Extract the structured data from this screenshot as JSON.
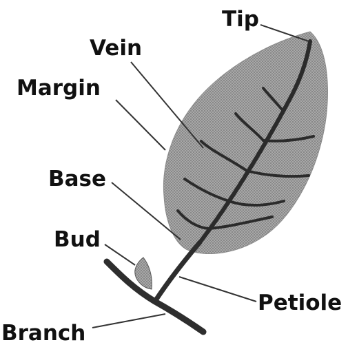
{
  "labels": {
    "tip": "Tip",
    "vein": "Vein",
    "margin": "Margin",
    "base": "Base",
    "bud": "Bud",
    "petiole": "Petiole",
    "branch": "Branch"
  },
  "colors": {
    "leaf_fill": "#9e9e9e",
    "leaf_dot": "#6f6f6f",
    "vein": "#2b2b2b",
    "label": "#111111",
    "leader_line": "#333333"
  }
}
